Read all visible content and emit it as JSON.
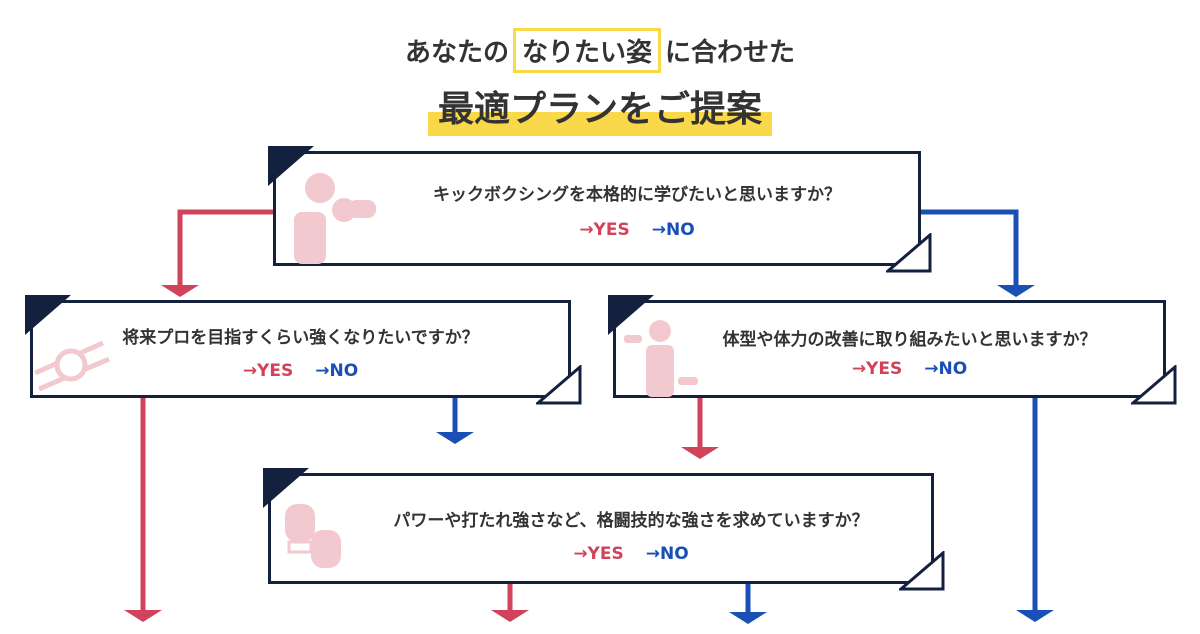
{
  "header": {
    "line1_pre": "あなたの",
    "line1_highlight": "なりたい姿",
    "line1_post": "に合わせた",
    "line2": "最適プランをご提案"
  },
  "colors": {
    "yes": "#d0435a",
    "no": "#1a4fb5",
    "frame": "#13213f",
    "accent": "#f9d849"
  },
  "questions": [
    {
      "text": "キックボクシングを本格的に学びたいと思いますか？",
      "yes": "→YES",
      "no": "→NO",
      "icon": "boxer-icon"
    },
    {
      "text": "将来プロを目指すくらい強くなりたいですか？",
      "yes": "→YES",
      "no": "→NO",
      "icon": "champion-belt-icon"
    },
    {
      "text": "体型や体力の改善に取り組みたいと思いますか？",
      "yes": "→YES",
      "no": "→NO",
      "icon": "dumbbell-person-icon"
    },
    {
      "text": "パワーや打たれ強さなど、格闘技的な強さを求めていますか？",
      "yes": "→YES",
      "no": "→NO",
      "icon": "boxing-gloves-icon"
    }
  ]
}
